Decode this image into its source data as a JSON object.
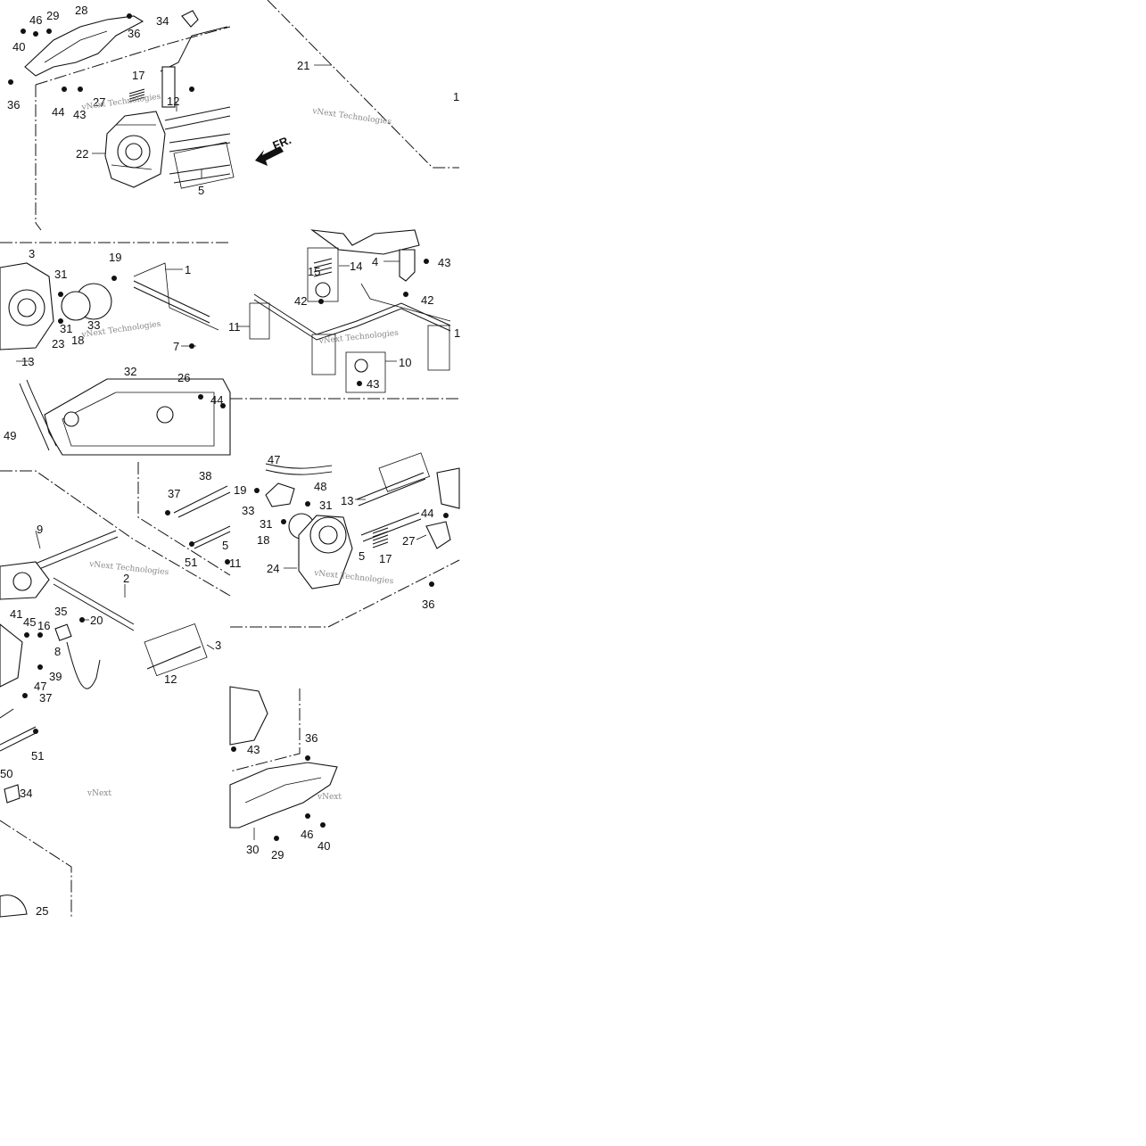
{
  "direction_marker": "FR.",
  "watermark": "vNext Technologies",
  "watermark_short": "vNext",
  "panels": [
    {
      "id": "p1",
      "labels": [
        "46",
        "29",
        "28",
        "34",
        "36",
        "40",
        "36",
        "17",
        "44",
        "43",
        "27",
        "12",
        "22",
        "5"
      ]
    },
    {
      "id": "p2",
      "labels": [
        "21",
        "1"
      ]
    },
    {
      "id": "p3",
      "labels": [
        "3",
        "19",
        "1",
        "31",
        "33",
        "31",
        "18",
        "23",
        "7",
        "13",
        "32",
        "26",
        "44",
        "49"
      ]
    },
    {
      "id": "p4",
      "labels": [
        "15",
        "14",
        "4",
        "43",
        "42",
        "42",
        "11",
        "10",
        "43",
        "1"
      ]
    },
    {
      "id": "p5",
      "labels": [
        "37",
        "38",
        "51",
        "5",
        "11",
        "9",
        "2",
        "41",
        "45",
        "16",
        "35",
        "20",
        "8",
        "39",
        "47",
        "37",
        "3",
        "12",
        "51",
        "50",
        "34",
        "25"
      ]
    },
    {
      "id": "p6",
      "labels": [
        "47",
        "48",
        "19",
        "13",
        "33",
        "31",
        "31",
        "44",
        "18",
        "5",
        "17",
        "27",
        "24",
        "36"
      ]
    },
    {
      "id": "p7",
      "labels": [
        "43",
        "36",
        "30",
        "29",
        "46",
        "40"
      ]
    }
  ]
}
